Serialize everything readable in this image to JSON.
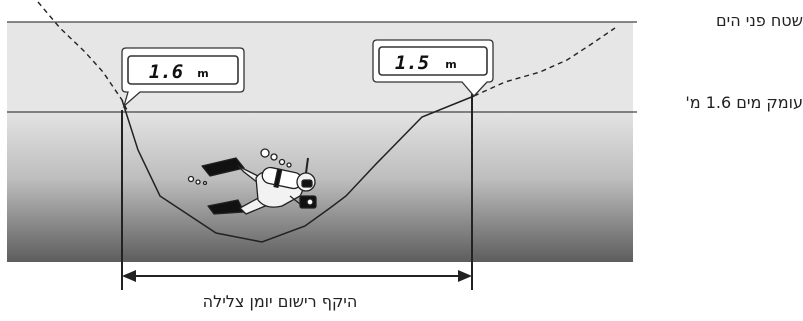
{
  "labels": {
    "sea_surface": "שטח פני הים",
    "water_depth": "עומק מים 1.6 מ'",
    "dive_log_range": "היקף רישום יומן צלילה"
  },
  "displays": {
    "left_depth": "1.6",
    "left_unit": "m",
    "right_depth": "1.5",
    "right_unit": "m"
  },
  "colors": {
    "water_top": "#e6e6e6",
    "water_bottom": "#5f5f5f",
    "line": "#2a2a2a"
  }
}
